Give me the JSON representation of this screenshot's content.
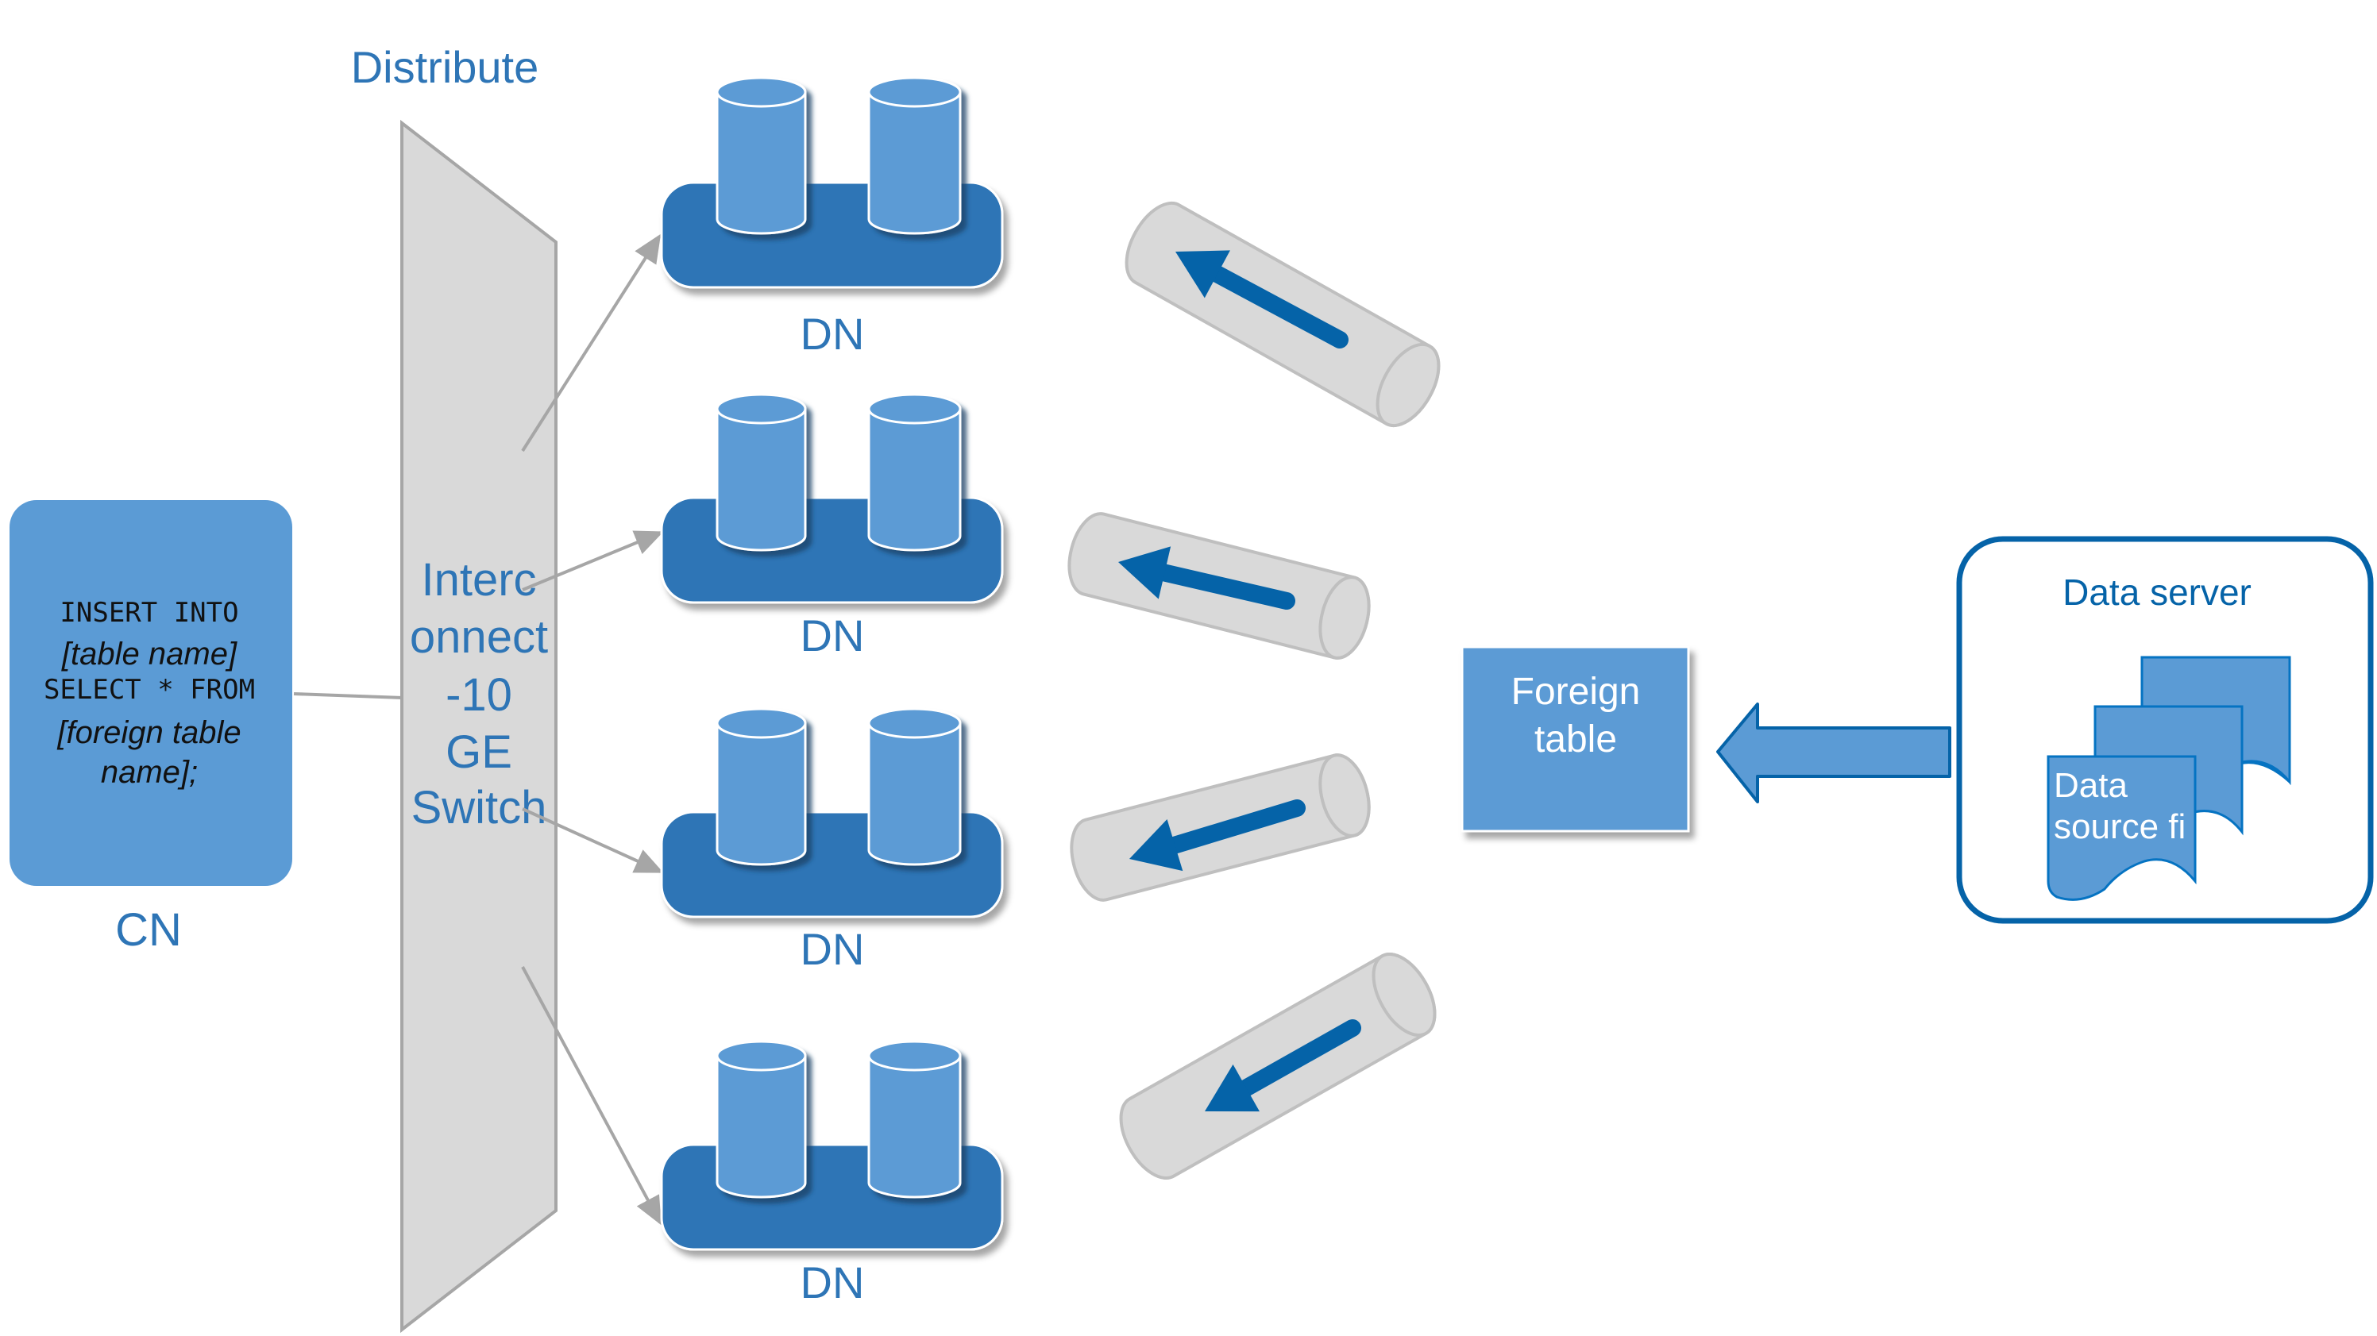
{
  "colors": {
    "primary": "#2E75B6",
    "light_blue": "#5B9BD5",
    "dark_blue": "#0563A8",
    "switch_gray": "#D9D9D9",
    "line_gray": "#A6A6A6",
    "pipe_gray": "#D9D9D9",
    "pipe_outline": "#BFBFBF"
  },
  "switch": {
    "title": "Distribute",
    "lines": [
      "Interc",
      "onnect",
      "-10",
      "GE",
      "Switch"
    ]
  },
  "cn": {
    "label": "CN",
    "sql": [
      {
        "text": "INSERT INTO",
        "style": "mono"
      },
      {
        "text": "[table name]",
        "style": "italic"
      },
      {
        "text": "SELECT * FROM",
        "style": "mono"
      },
      {
        "text": "[foreign table",
        "style": "italic"
      },
      {
        "text": "name];",
        "style": "italic"
      }
    ]
  },
  "data_nodes": [
    {
      "label": "DN"
    },
    {
      "label": "DN"
    },
    {
      "label": "DN"
    },
    {
      "label": "DN"
    }
  ],
  "foreign_table": {
    "lines": [
      "Foreign",
      "table"
    ]
  },
  "data_server": {
    "title": "Data server",
    "file_lines": [
      "Data",
      "source fi"
    ]
  },
  "icons": {
    "database": "cylinder-icon",
    "pipe": "pipe-icon",
    "flow_arrow": "arrow-left-icon",
    "file_stack": "document-stack-icon"
  }
}
